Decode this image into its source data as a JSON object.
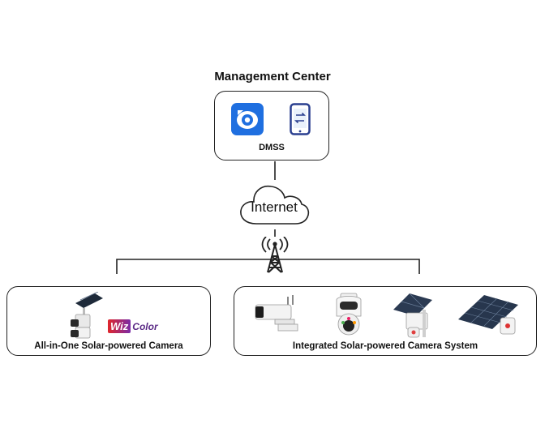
{
  "management": {
    "title": "Management Center",
    "app_label": "DMSS",
    "icons": [
      "dmss-app-icon",
      "mobile-phone-icon"
    ]
  },
  "network": {
    "internet_label": "Internet",
    "icons": [
      "cloud-icon",
      "cell-tower-icon"
    ]
  },
  "groups": [
    {
      "label": "All-in-One Solar-powered Camera",
      "badge": {
        "wiz": "Wiz",
        "color": "Color"
      },
      "icons": [
        "solar-camera-icon"
      ]
    },
    {
      "label": "Integrated Solar-powered Camera System",
      "icons": [
        "bullet-camera-icon",
        "ptz-dome-camera-icon",
        "solar-pole-camera-icon",
        "solar-panel-array-icon"
      ]
    }
  ],
  "colors": {
    "dmss_blue": "#1f6fe0",
    "accent_purple": "#7a2ca8",
    "accent_red": "#e0262b",
    "line": "#222222"
  }
}
